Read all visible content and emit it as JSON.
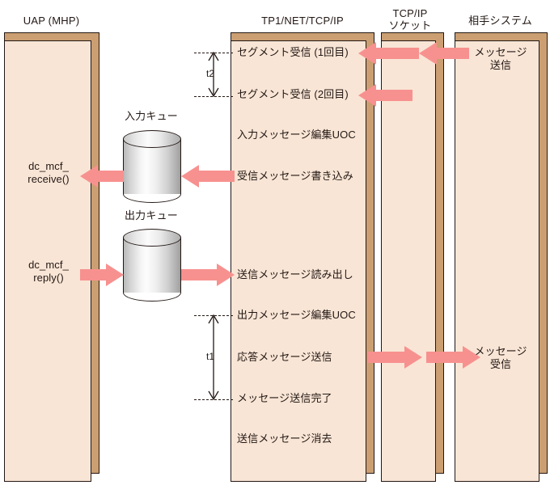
{
  "columns": [
    {
      "id": "uap",
      "title": "UAP (MHP)"
    },
    {
      "id": "tp1",
      "title": "TP1/NET/TCP/IP"
    },
    {
      "id": "socket",
      "title": "TCP/IP\nソケット"
    },
    {
      "id": "remote",
      "title": "相手システム"
    }
  ],
  "uap": {
    "calls": [
      {
        "name": "dc-mcf-receive",
        "label": "dc_mcf_\nreceive()"
      },
      {
        "name": "dc-mcf-reply",
        "label": "dc_mcf_\nreply()"
      }
    ]
  },
  "queues": [
    {
      "name": "input-queue",
      "label": "入力キュー"
    },
    {
      "name": "output-queue",
      "label": "出力キュー"
    }
  ],
  "tp1": {
    "steps": [
      {
        "name": "segment-receive-1",
        "label": "セグメント受信 (1回目)"
      },
      {
        "name": "segment-receive-2",
        "label": "セグメント受信 (2回目)"
      },
      {
        "name": "input-message-uoc",
        "label": "入力メッセージ編集UOC"
      },
      {
        "name": "receive-message-write",
        "label": "受信メッセージ書き込み"
      },
      {
        "name": "send-message-read",
        "label": "送信メッセージ読み出し"
      },
      {
        "name": "output-message-uoc",
        "label": "出力メッセージ編集UOC"
      },
      {
        "name": "reply-message-send",
        "label": "応答メッセージ送信"
      },
      {
        "name": "message-send-done",
        "label": "メッセージ送信完了"
      },
      {
        "name": "send-message-erase",
        "label": "送信メッセージ消去"
      }
    ]
  },
  "remote": {
    "steps": [
      {
        "name": "message-send",
        "label": "メッセージ\n送信"
      },
      {
        "name": "message-receive",
        "label": "メッセージ\n受信"
      }
    ]
  },
  "timings": [
    {
      "name": "t2",
      "label": "t2"
    },
    {
      "name": "t1",
      "label": "t1"
    }
  ],
  "colors": {
    "box_face": "#F8E5D5",
    "box_side": "#CB9F72",
    "arrow": "#F7918F",
    "outline": "#231815",
    "background": "#FFFFFF"
  }
}
